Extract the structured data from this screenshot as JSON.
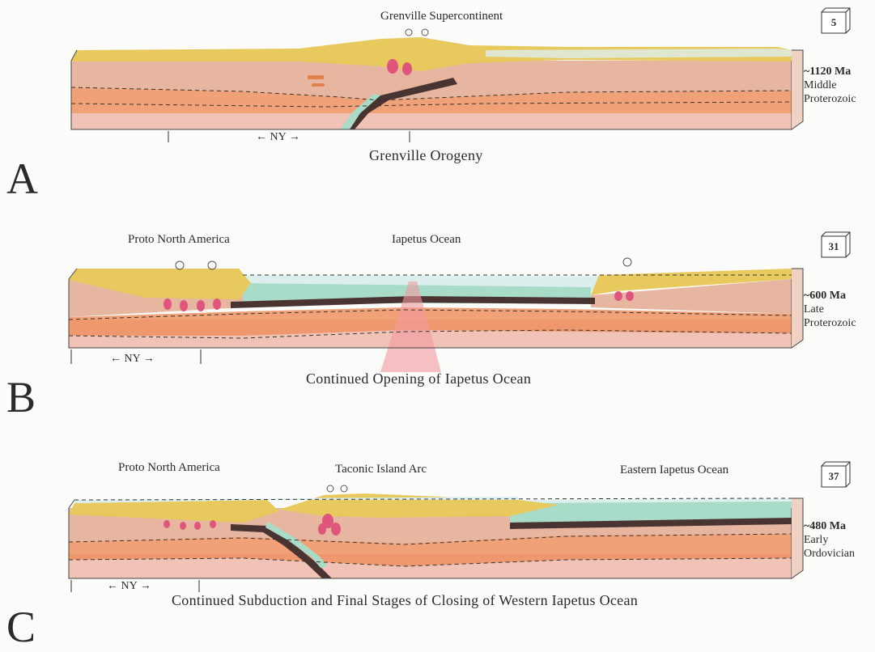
{
  "panels": [
    {
      "letter": "A",
      "badge": "5",
      "top_labels": [
        "Grenville Supercontinent"
      ],
      "age": "~1120 Ma",
      "era": [
        "Middle",
        "Proterozoic"
      ],
      "ny": "← NY →",
      "caption": "Grenville Orogeny"
    },
    {
      "letter": "B",
      "badge": "31",
      "top_labels": [
        "Proto North America",
        "Iapetus Ocean"
      ],
      "age": "~600 Ma",
      "era": [
        "Late",
        "Proterozoic"
      ],
      "ny": "← NY →",
      "caption": "Continued Opening of Iapetus Ocean"
    },
    {
      "letter": "C",
      "badge": "37",
      "top_labels": [
        "Proto North America",
        "Taconic Island Arc",
        "Eastern Iapetus Ocean"
      ],
      "age": "~480 Ma",
      "era": [
        "Early",
        "Ordovician"
      ],
      "ny": "← NY →",
      "caption": "Continued Subduction and Final Stages of Closing of Western Iapetus Ocean"
    }
  ],
  "colors": {
    "sediment": "#e8c95e",
    "crust": "#e6b6a0",
    "mantle_band": "#ee9060",
    "lower": "#f1c2b6",
    "ocean": "#a9dcc8",
    "water": "#dcefee",
    "slab": "#4a3432",
    "magma": "#e0557c",
    "side": "#f0d2c4"
  }
}
